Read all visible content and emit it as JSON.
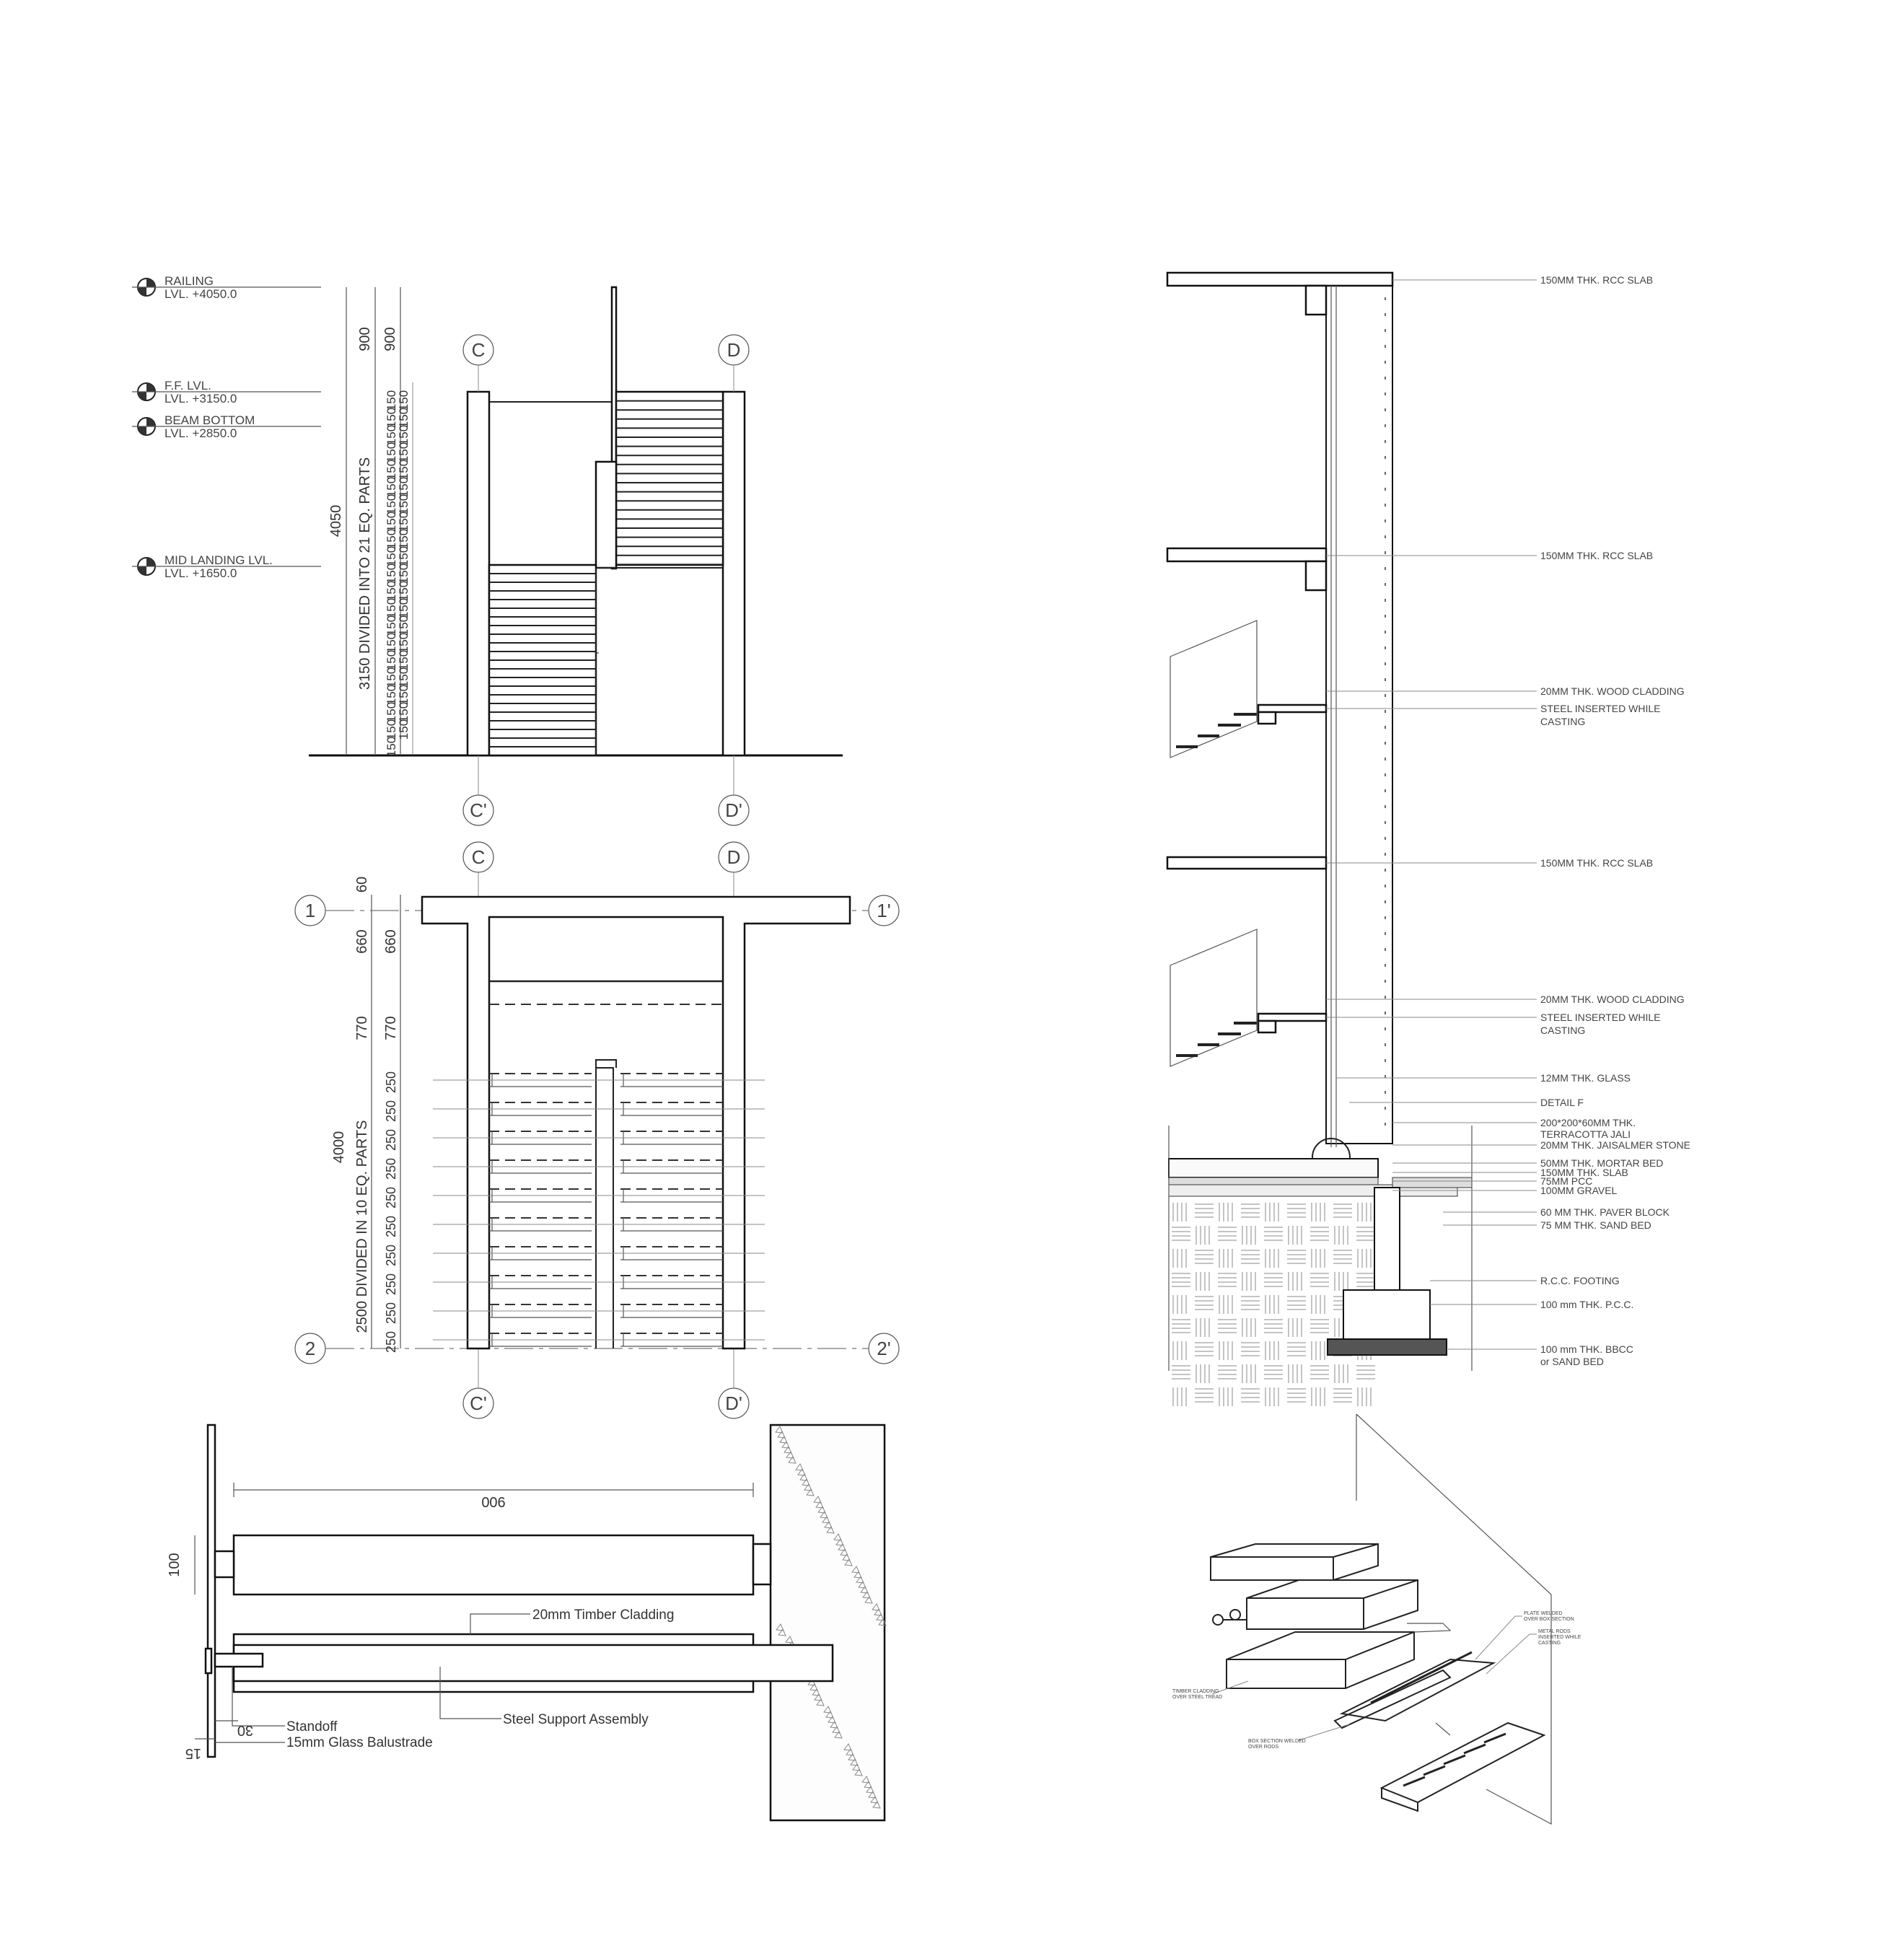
{
  "section": {
    "levels": [
      {
        "name": "RAILING",
        "value": "LVL. +4050.0"
      },
      {
        "name": "F.F. LVL.",
        "value": "LVL. +3150.0"
      },
      {
        "name": "BEAM BOTTOM",
        "value": "LVL. +2850.0"
      },
      {
        "name": "MID LANDING LVL.",
        "value": "LVL. +1650.0"
      }
    ],
    "dims": {
      "total": "4050",
      "division": "3150 DIVIDED INTO 21  EQ. PARTS",
      "top": "900",
      "top2": "900",
      "riser": "150"
    },
    "grids": {
      "c": "C",
      "d": "D",
      "c2": "C'",
      "d2": "D'"
    }
  },
  "plan": {
    "grids": {
      "c": "C",
      "d": "D",
      "c2": "C'",
      "d2": "D'",
      "one": "1",
      "one2": "1'",
      "two": "2",
      "two2": "2'"
    },
    "dims": {
      "total": "4000",
      "division": "2500 DIVIDED IN 10 EQ. PARTS",
      "d60": "60",
      "d660": "660",
      "d770": "770",
      "tread": "250"
    }
  },
  "detail": {
    "dim_width": "006",
    "dim_height": "100",
    "dim_30": "30",
    "dim_15": "15",
    "labels": {
      "timber": "20mm Timber Cladding",
      "steel": "Steel Support Assembly",
      "standoff": "Standoff",
      "glass": "15mm Glass Balustrade"
    }
  },
  "wall_section": {
    "notes": [
      "150MM THK. RCC SLAB",
      "150MM THK. RCC SLAB",
      "20MM THK. WOOD CLADDING",
      "STEEL INSERTED WHILE",
      "CASTING",
      "150MM THK. RCC SLAB",
      "20MM THK. WOOD CLADDING",
      "STEEL INSERTED WHILE",
      "CASTING",
      "12MM THK. GLASS",
      "DETAIL F",
      "200*200*60MM THK.",
      "TERRACOTTA JALI",
      "20MM THK. JAISALMER STONE",
      "50MM THK. MORTAR BED",
      "150MM THK. SLAB",
      "75MM PCC",
      "100MM GRAVEL",
      "60 MM THK. PAVER BLOCK",
      "75 MM THK. SAND BED",
      "R.C.C. FOOTING",
      "100 mm THK. P.C.C.",
      "100 mm THK. BBCC",
      "or SAND BED"
    ]
  },
  "iso": {
    "labels": [
      "PLATE WELDED",
      "OVER BOX SECTION",
      "METAL RODS",
      "INSERTED WHILE",
      "CASTING",
      "TIMBER CLADDING",
      "OVER STEEL TREAD",
      "BOX SECTION WELDED",
      "OVER RODS"
    ]
  }
}
